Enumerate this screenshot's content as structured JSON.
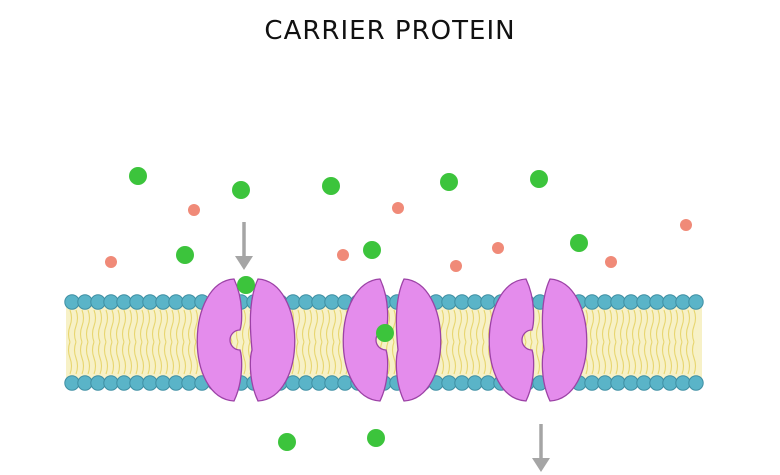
{
  "title": "CARRIER PROTEIN",
  "colors": {
    "solute_large": "#3cc43c",
    "solute_small": "#f08a78",
    "phospholipid_head": "#5ab4c8",
    "phospholipid_head_outline": "#3f8fa3",
    "lipid_tail": "#e8d670",
    "membrane_fill": "#f7f1c7",
    "carrier_protein": "#e48cec",
    "carrier_protein_outline": "#9c42a6",
    "arrow": "#a5a5a5"
  },
  "components": [
    {
      "name": "phospholipid-bilayer",
      "icon": "bilayer"
    },
    {
      "name": "carrier-protein",
      "icon": "split-channel",
      "count": 3
    },
    {
      "name": "solute-molecule-large",
      "icon": "green-circle"
    },
    {
      "name": "solute-molecule-small",
      "icon": "pink-circle"
    },
    {
      "name": "transport-arrow",
      "icon": "down-arrow",
      "count": 2
    }
  ]
}
